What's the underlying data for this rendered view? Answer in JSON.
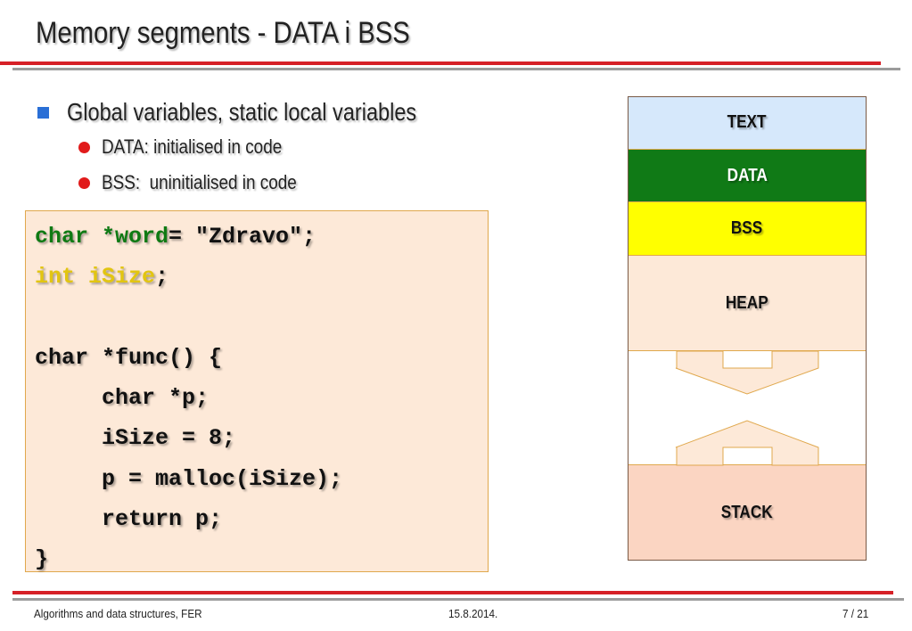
{
  "slide": {
    "title": "Memory segments - DATA i BSS"
  },
  "bullets": {
    "main": "Global variables, static local variables",
    "sub": [
      {
        "text": "DATA: initialised in code"
      },
      {
        "text": "BSS:  uninitialised in code"
      }
    ]
  },
  "code": {
    "lines": [
      {
        "segments": [
          {
            "t": "char *word",
            "c": "green"
          },
          {
            "t": "= \"Zdravo\";",
            "c": "plain"
          }
        ]
      },
      {
        "segments": [
          {
            "t": "int iSize",
            "c": "yellow"
          },
          {
            "t": ";",
            "c": "plain"
          }
        ]
      },
      {
        "segments": []
      },
      {
        "segments": [
          {
            "t": "char *func() {",
            "c": "plain"
          }
        ]
      },
      {
        "segments": [
          {
            "t": "     char *p;",
            "c": "plain"
          }
        ]
      },
      {
        "segments": [
          {
            "t": "     iSize = 8;",
            "c": "plain"
          }
        ]
      },
      {
        "segments": [
          {
            "t": "     p = malloc(iSize);",
            "c": "plain"
          }
        ]
      },
      {
        "segments": [
          {
            "t": "     return p;",
            "c": "plain"
          }
        ]
      },
      {
        "segments": [
          {
            "t": "}",
            "c": "plain"
          }
        ]
      }
    ]
  },
  "memory": {
    "segments": [
      {
        "label": "TEXT",
        "bg": "#d6e8fb",
        "fg": "#111111"
      },
      {
        "label": "DATA",
        "bg": "#107a16",
        "fg": "#ffffff"
      },
      {
        "label": "BSS",
        "bg": "#ffff00",
        "fg": "#111111"
      },
      {
        "label": "HEAP",
        "bg": "#fde9d8",
        "fg": "#111111"
      },
      {
        "label": "STACK",
        "bg": "#fbd5c2",
        "fg": "#111111"
      }
    ]
  },
  "footer": {
    "left": "Algorithms and data structures, FER",
    "center": "15.8.2014.",
    "right": "7 / 21"
  },
  "colors": {
    "accent_red": "#d62027",
    "rule_gray": "#9c9c9c",
    "bullet_square": "#2a6fd6",
    "bullet_dot": "#e11b1b",
    "code_bg": "#fde9d8",
    "code_border": "#e0a84d",
    "code_green": "#0f7a13",
    "code_yellow": "#e2c511",
    "arrow_fill": "#fde9d8",
    "arrow_stroke": "#e0a84d"
  }
}
